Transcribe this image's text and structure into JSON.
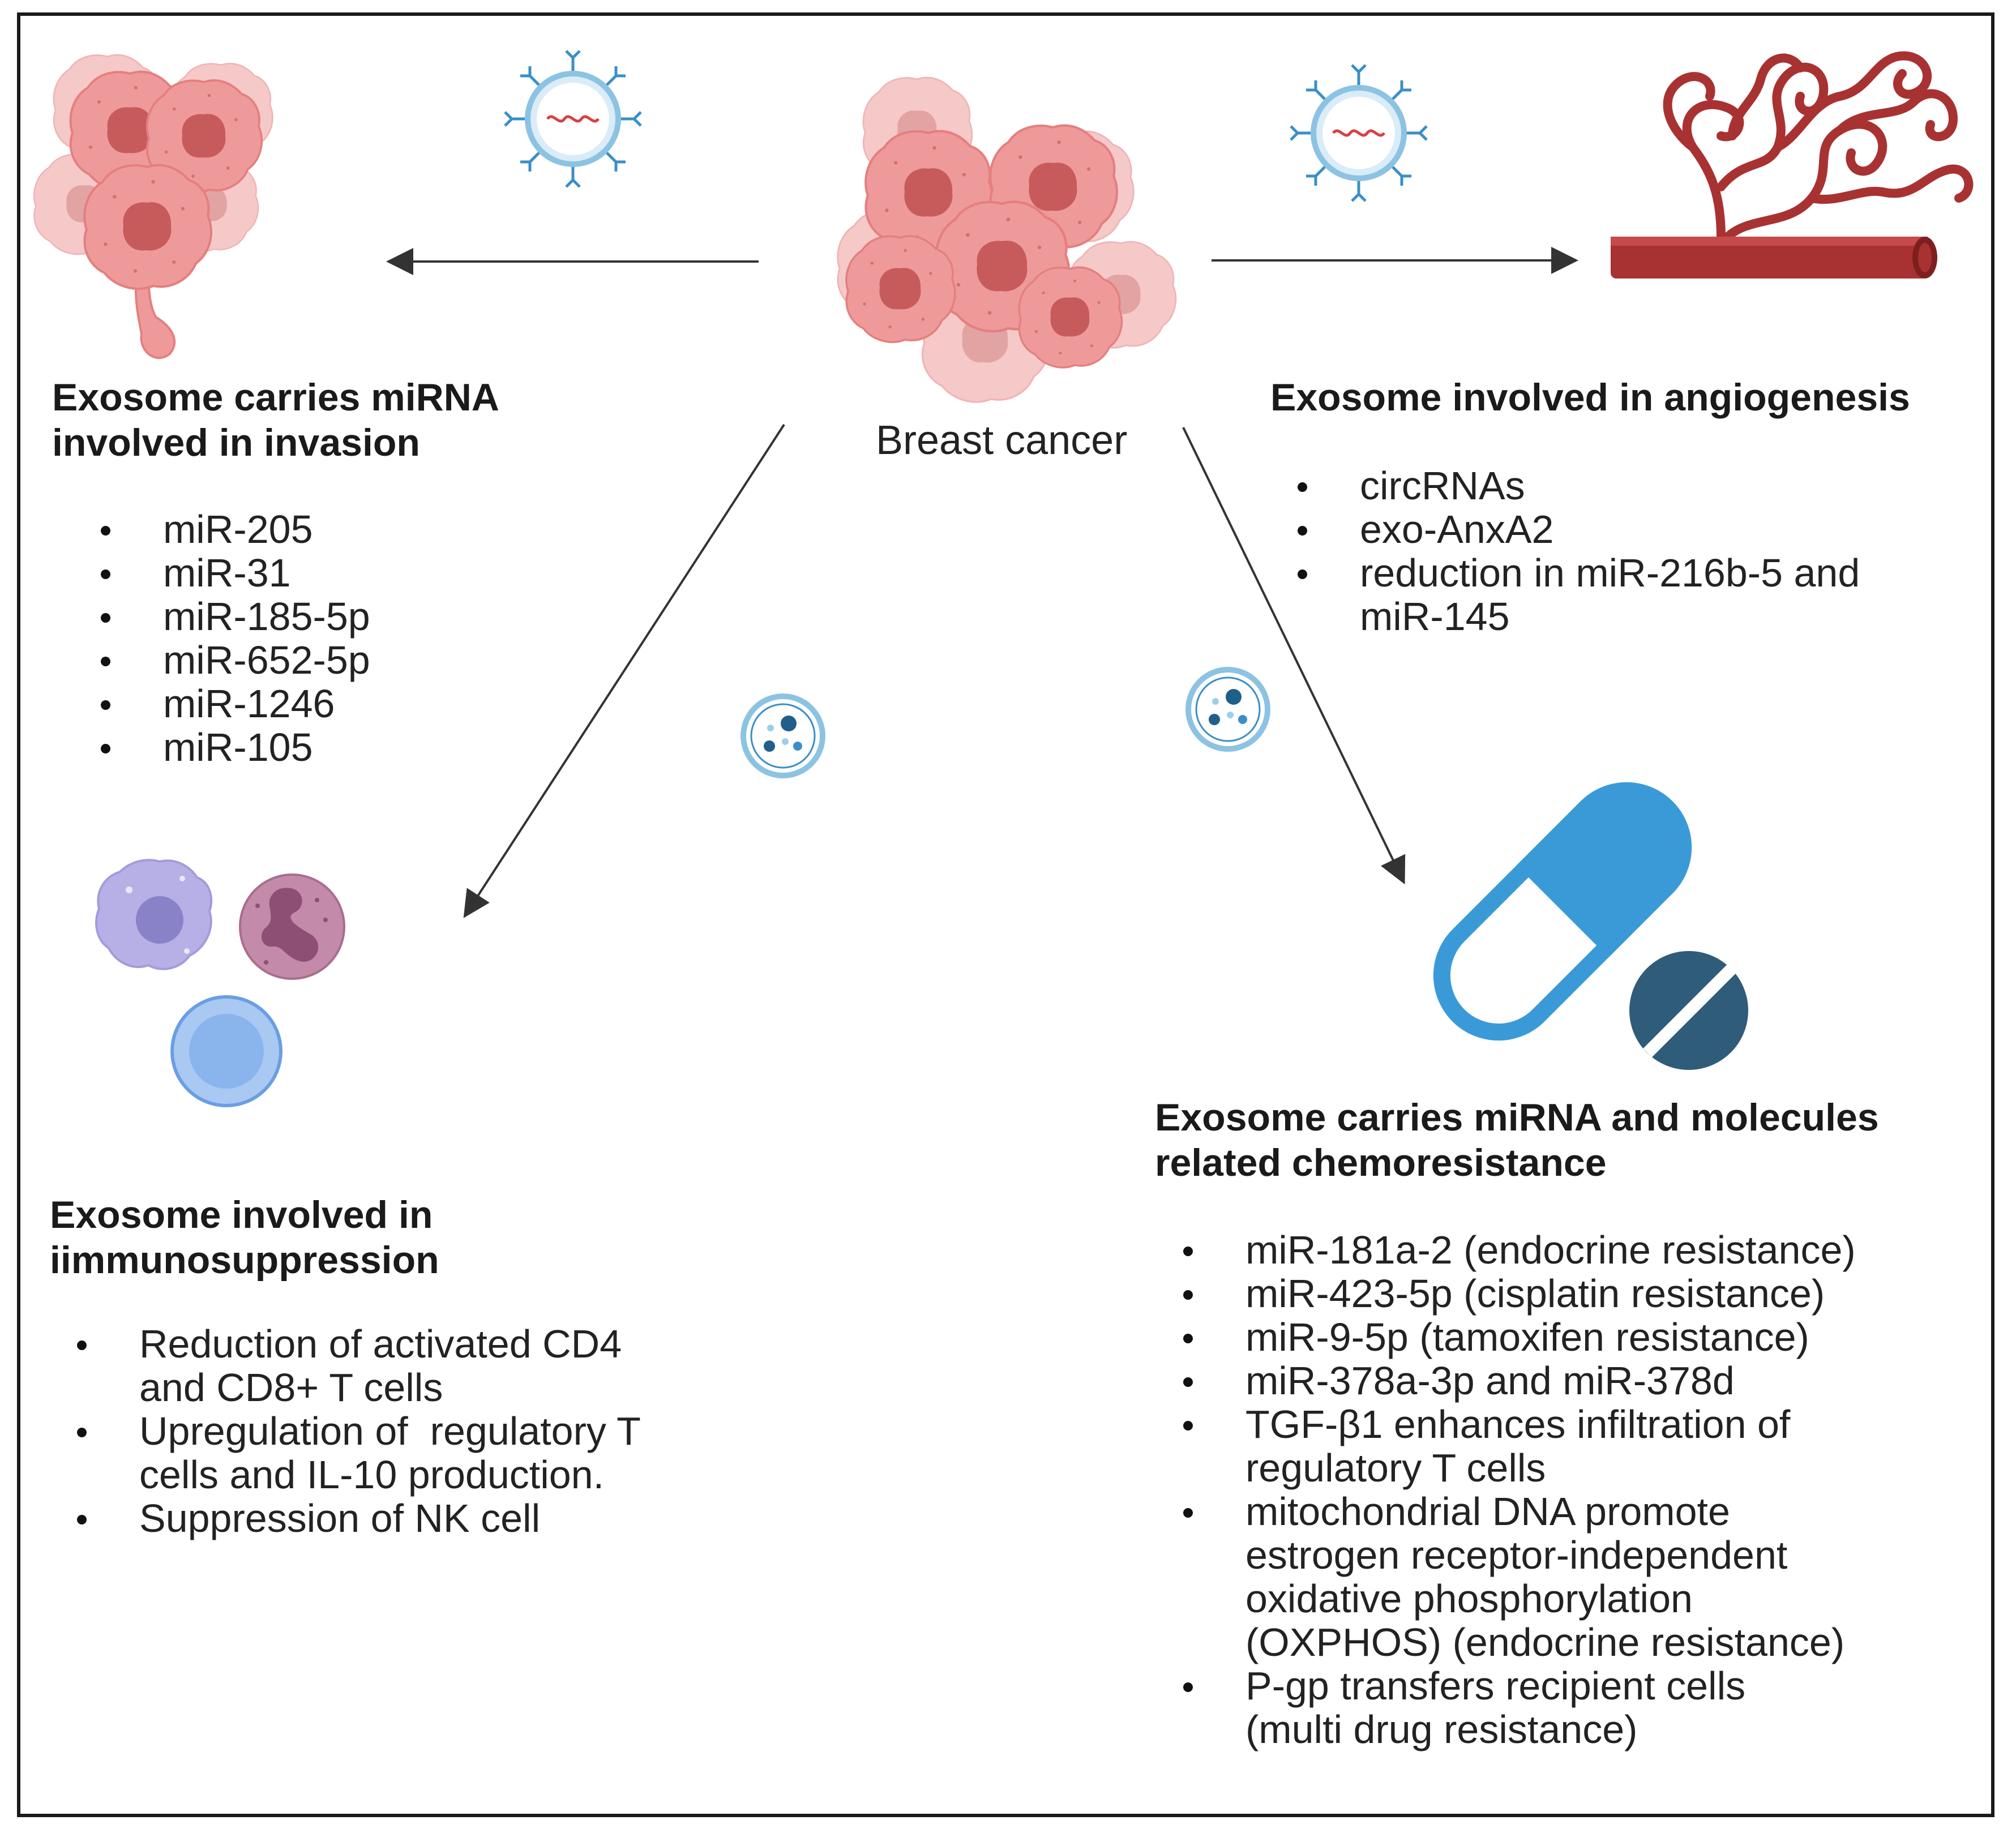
{
  "center": {
    "label": "Breast cancer",
    "icon": "breast-cancer-cells-icon"
  },
  "panels": {
    "invasion": {
      "title_lines": [
        "Exosome carries miRNA",
        "involved in invasion"
      ],
      "icon": "invading-tumor-cells-icon",
      "items": [
        "miR-205",
        "miR-31",
        "miR-185-5p",
        "miR-652-5p",
        "miR-1246",
        "miR-105"
      ]
    },
    "angiogenesis": {
      "title_lines": [
        "Exosome involved in angiogenesis"
      ],
      "icon": "blood-vessel-icon",
      "items": [
        [
          "circRNAs"
        ],
        [
          "exo-AnxA2"
        ],
        [
          "reduction in miR-216b-5 and",
          "miR-145"
        ]
      ]
    },
    "immunosuppression": {
      "title_lines": [
        "Exosome involved in",
        "iimmunosuppression"
      ],
      "icon": "immune-cells-icon",
      "items": [
        [
          "Reduction of activated CD4",
          "and CD8+ T cells"
        ],
        [
          "Upregulation of  regulatory T",
          "cells and IL-10 production."
        ],
        [
          "Suppression of NK cell"
        ]
      ]
    },
    "chemoresistance": {
      "title_lines": [
        "Exosome carries miRNA and molecules",
        "related  chemoresistance"
      ],
      "icon": "pill-capsule-icon",
      "items": [
        [
          "miR-181a-2 (endocrine resistance)"
        ],
        [
          "miR-423-5p (cisplatin resistance)"
        ],
        [
          "miR-9-5p (tamoxifen resistance)"
        ],
        [
          "miR-378a-3p and miR-378d"
        ],
        [
          "TGF-β1 enhances infiltration of",
          "regulatory T cells"
        ],
        [
          "mitochondrial DNA promote",
          "estrogen receptor-independent",
          "oxidative phosphorylation",
          "(OXPHOS) (endocrine resistance)"
        ],
        [
          "P-gp transfers recipient cells",
          "(multi drug resistance)"
        ]
      ]
    }
  },
  "colors": {
    "tumor_cell": "#ef9a9a",
    "tumor_nucleus": "#c75b5b",
    "vessel": "#a83232",
    "exosome": "#3a8fc7",
    "capsule": "#3a9ad8",
    "tablet": "#2f5c78",
    "arrow": "#333333"
  }
}
